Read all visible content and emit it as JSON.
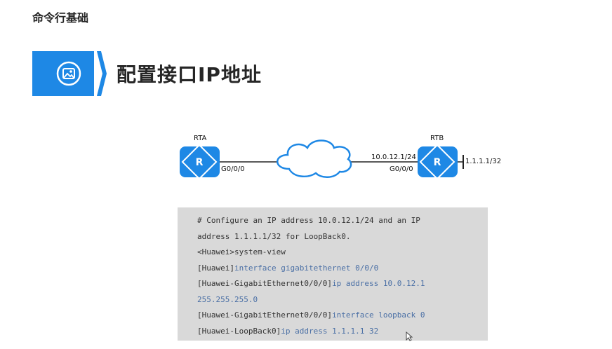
{
  "page": {
    "title": "命令行基础"
  },
  "section": {
    "title": "配置接口IP地址",
    "icon": "image-icon",
    "accent_color": "#1e88e5"
  },
  "diagram": {
    "rta": {
      "label": "RTA",
      "interface": "G0/0/0"
    },
    "rtb": {
      "label": "RTB",
      "interface": "G0/0/0",
      "ip": "10.0.12.1/24",
      "loopback": "1.1.1.1/32"
    },
    "router_color": "#1e88e5",
    "cloud_icon": "network-cloud-icon"
  },
  "code": {
    "lines": [
      {
        "prompt": "# Configure an IP address 10.0.12.1/24 and an IP",
        "cmd": ""
      },
      {
        "prompt": "address 1.1.1.1/32 for LoopBack0.",
        "cmd": ""
      },
      {
        "prompt": "<Huawei>system-view",
        "cmd": ""
      },
      {
        "prompt": "[Huawei]",
        "cmd": "interface gigabitethernet 0/0/0"
      },
      {
        "prompt": "[Huawei-GigabitEthernet0/0/0]",
        "cmd": "ip address 10.0.12.1"
      },
      {
        "prompt": "",
        "cmd": "255.255.255.0"
      },
      {
        "prompt": "[Huawei-GigabitEthernet0/0/0]",
        "cmd": "interface loopback 0"
      },
      {
        "prompt": "[Huawei-LoopBack0]",
        "cmd": "ip address 1.1.1.1 32"
      }
    ]
  }
}
